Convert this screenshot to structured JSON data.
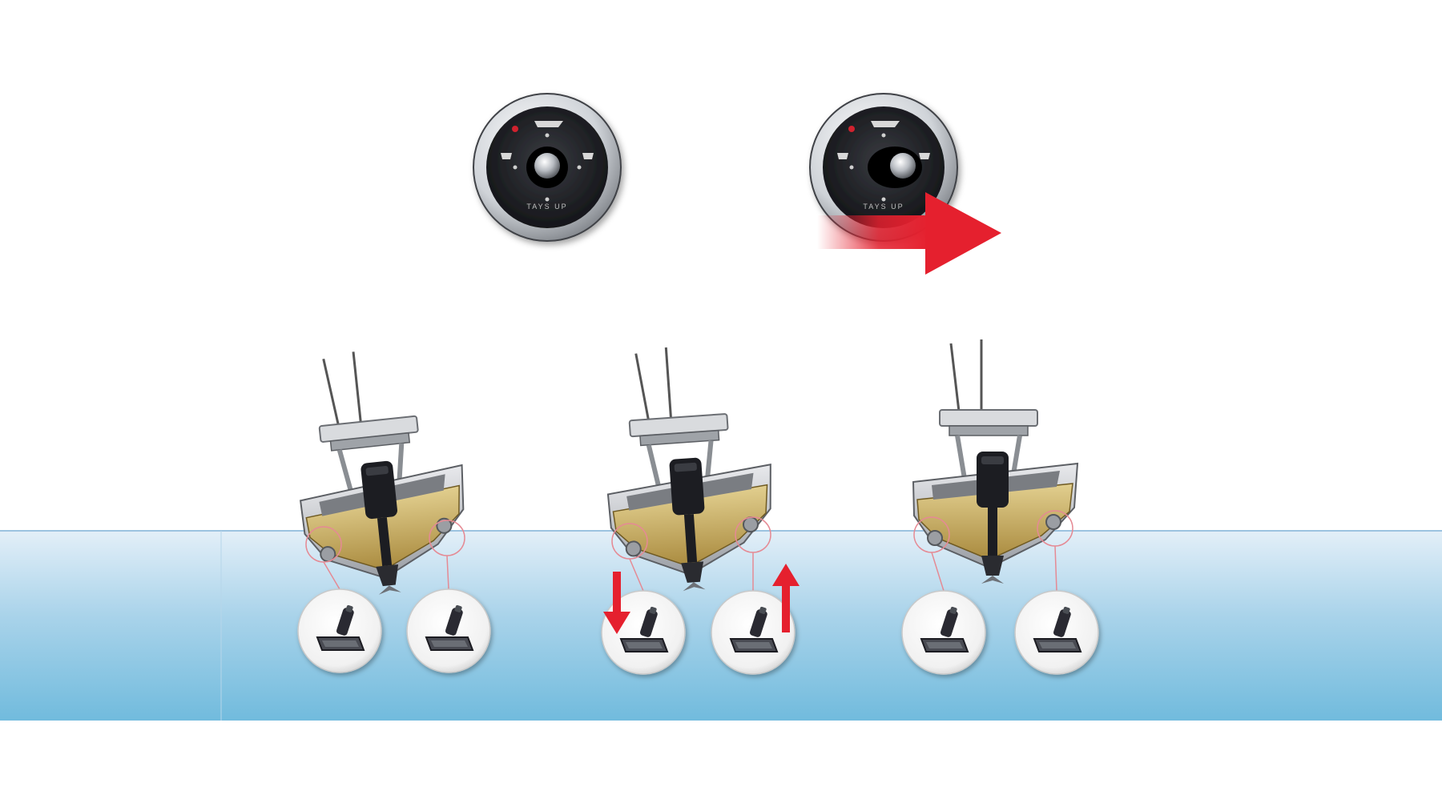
{
  "colors": {
    "background": "#ffffff",
    "water_top": "#dcebf6",
    "water_bottom": "#6cb8dc",
    "water_line": "#9cc3e0",
    "arrow_red": "#e5202e",
    "hull_gold": "#c7a85c",
    "hull_silver": "#cfd2d6",
    "dark_metal": "#1c1d22"
  },
  "controllers": [
    {
      "id": "neutral",
      "brand_text": "TAYS UP",
      "joystick": "center"
    },
    {
      "id": "right",
      "brand_text": "TAYS UP",
      "joystick": "right",
      "arrow": "right"
    }
  ],
  "boats": [
    {
      "id": "level",
      "tilt_deg": -6,
      "tabs": [
        {
          "side": "port",
          "arrow": "none"
        },
        {
          "side": "starboard",
          "arrow": "none"
        }
      ]
    },
    {
      "id": "correcting",
      "tilt_deg": -4,
      "tabs": [
        {
          "side": "port",
          "arrow": "down"
        },
        {
          "side": "starboard",
          "arrow": "up"
        }
      ]
    },
    {
      "id": "corrected",
      "tilt_deg": 0,
      "tabs": [
        {
          "side": "port",
          "arrow": "none"
        },
        {
          "side": "starboard",
          "arrow": "none"
        }
      ]
    }
  ]
}
